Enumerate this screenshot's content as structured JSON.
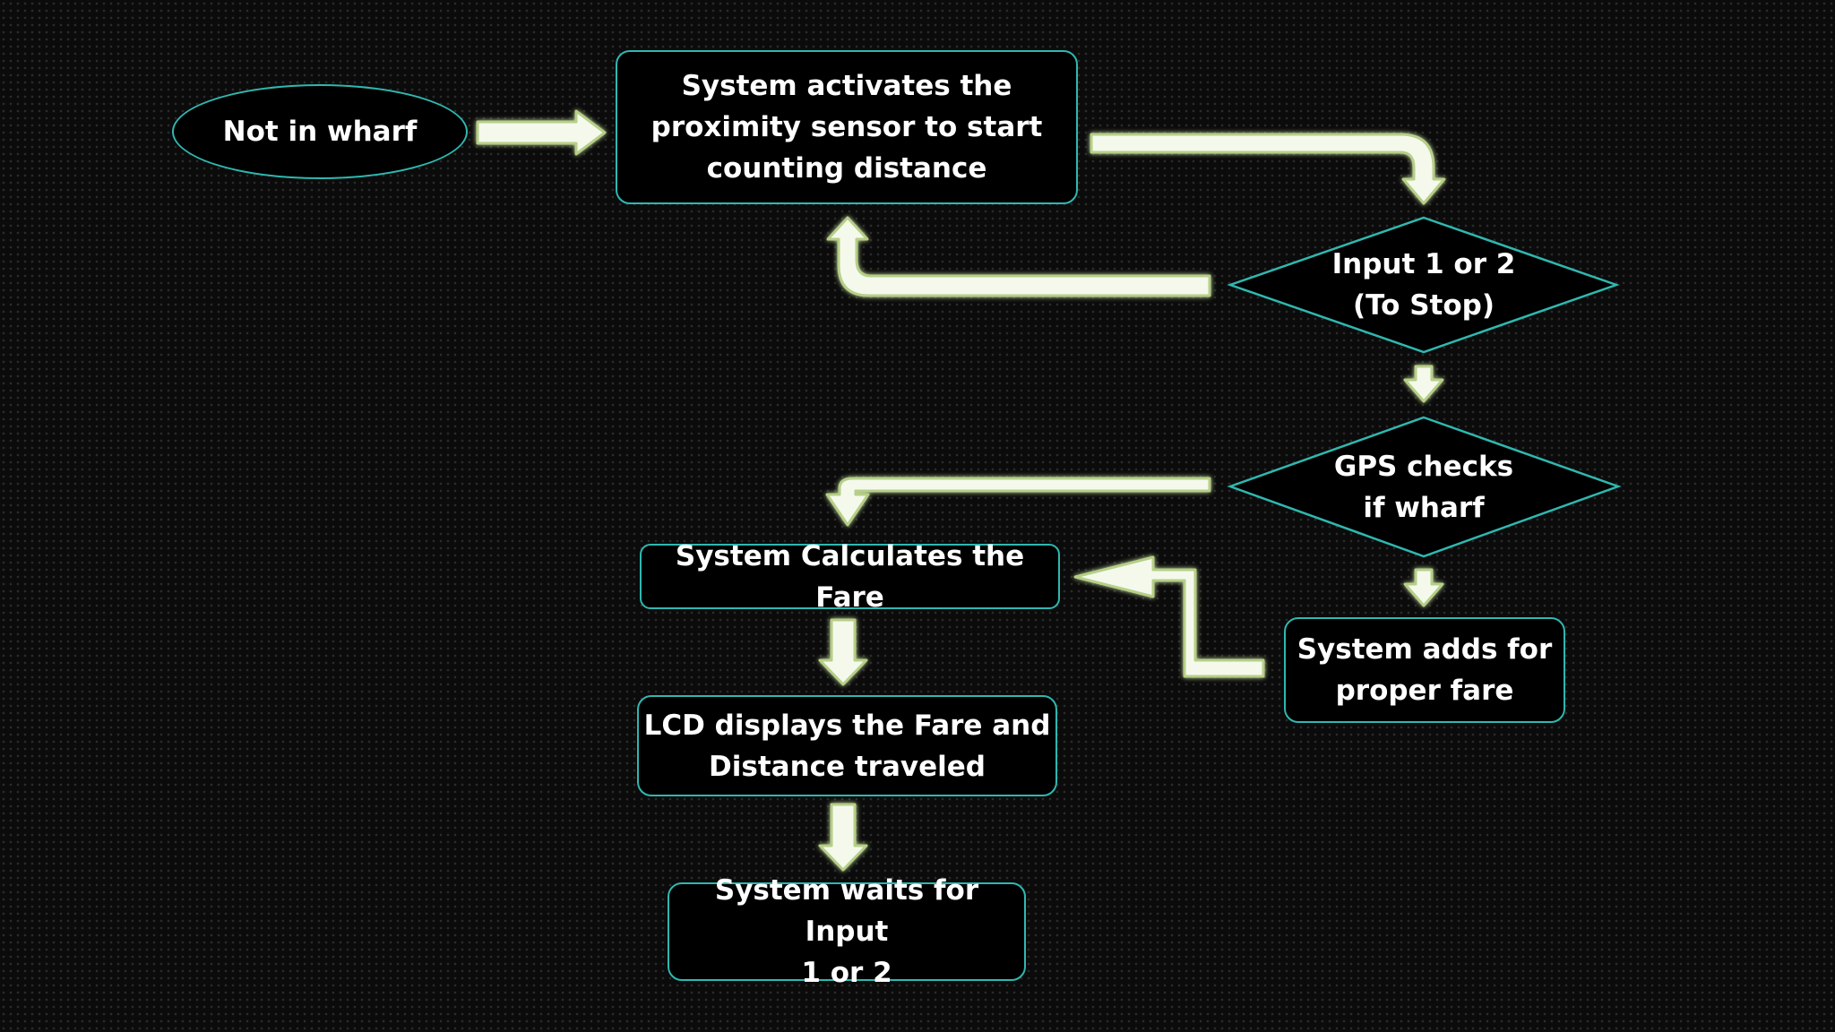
{
  "colors": {
    "background": "#0b0b0b",
    "node_fill": "#000000",
    "node_border": "#2fb8b0",
    "arrow_fill": "#f4f9ec",
    "arrow_outline": "#b6cf86",
    "text": "#ffffff"
  },
  "nodes": {
    "start": {
      "label": "Not in wharf",
      "shape": "ellipse"
    },
    "activate_sensor": {
      "label": "System activates the\nproximity sensor to start\ncounting distance",
      "shape": "rounded-rectangle"
    },
    "input_decision": {
      "label": "Input 1 or 2\n(To Stop)",
      "shape": "diamond"
    },
    "gps_decision": {
      "label": "GPS checks\nif wharf",
      "shape": "diamond"
    },
    "calculate_fare": {
      "label": "System Calculates the Fare",
      "shape": "rounded-rectangle"
    },
    "adds_fare": {
      "label": "System adds for\nproper fare",
      "shape": "rounded-rectangle"
    },
    "lcd_display": {
      "label": "LCD displays the Fare and\nDistance traveled",
      "shape": "rounded-rectangle"
    },
    "wait_input": {
      "label": "System waits for Input\n1 or 2",
      "shape": "rounded-rectangle"
    }
  },
  "connectors": [
    {
      "from": "start",
      "to": "activate_sensor",
      "icon": "block-arrow-right"
    },
    {
      "from": "activate_sensor",
      "to": "input_decision",
      "icon": "bent-arrow-down"
    },
    {
      "from": "input_decision",
      "to": "activate_sensor",
      "icon": "u-turn-arrow-up"
    },
    {
      "from": "input_decision",
      "to": "gps_decision",
      "icon": "block-arrow-down"
    },
    {
      "from": "gps_decision",
      "to": "calculate_fare",
      "icon": "bent-arrow-down"
    },
    {
      "from": "gps_decision",
      "to": "adds_fare",
      "icon": "block-arrow-down"
    },
    {
      "from": "adds_fare",
      "to": "calculate_fare",
      "icon": "bent-arrow-left"
    },
    {
      "from": "calculate_fare",
      "to": "lcd_display",
      "icon": "block-arrow-down"
    },
    {
      "from": "lcd_display",
      "to": "wait_input",
      "icon": "block-arrow-down"
    }
  ]
}
